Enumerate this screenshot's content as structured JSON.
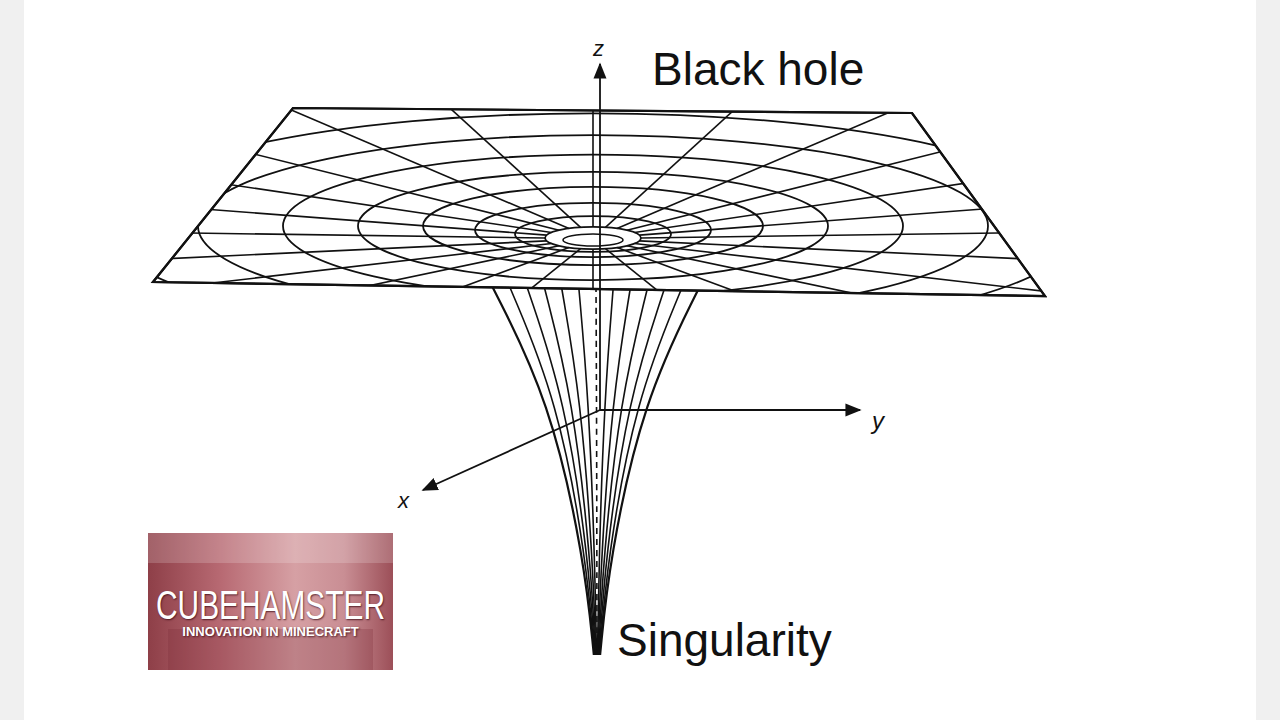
{
  "diagram": {
    "nodes": [
      {
        "text": [
          "CUBEHAMSTER",
          "INNOVATION IN MINECRAFT"
        ]
      }
    ],
    "labels": [
      "z",
      "Black hole",
      "y",
      "x",
      "Singularity"
    ]
  }
}
